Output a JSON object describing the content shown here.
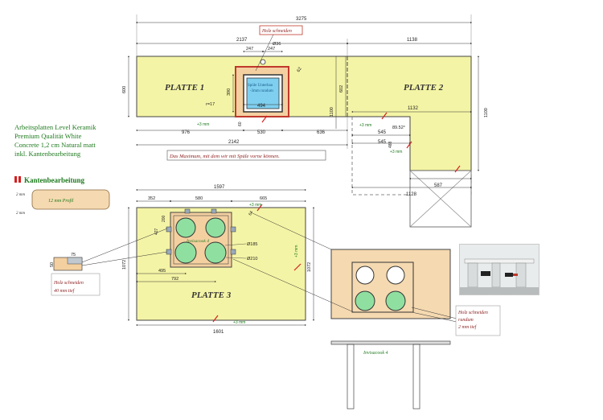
{
  "legend": {
    "lines": [
      "Arbeitsplatten Level Keramik",
      "Premium Qualität White",
      "Concrete  1,2 cm Natural matt",
      "inkl. Kantenbearbeitung"
    ],
    "edge_title": "Kantenbearbeitung",
    "profile_label": "12 mm Profil",
    "profile_dim_top": "2 mm",
    "profile_dim_bottom": "2 mm"
  },
  "plates": {
    "p1": "PLATTE 1",
    "p2": "PLATTE 2",
    "p3": "PLATTE 3"
  },
  "notes": {
    "holz_top": "Holz schneiden",
    "maximum": "Das Maximum, mit dem wir mit Spüle vorne können.",
    "sink": "Spüle Unterbau",
    "sink2": "-3mm rundum",
    "holz_left_1": "Holz schneiden",
    "holz_left_2": "40 mm tief",
    "holz_right_1": "Holz schneiden",
    "holz_right_2": "rundum",
    "holz_right_3": "2 mm tief",
    "invisacook_a": "Invisacook 4",
    "invisacook_b": "Invisacook 4"
  },
  "dims": {
    "d3275": "3275",
    "d2137": "2137",
    "d1138": "1138",
    "d247a": "247",
    "d247b": "247",
    "d36": "Ø36",
    "d62": "62",
    "d600": "600",
    "d390": "390",
    "d494": "494",
    "d17": "r=17",
    "d1100a": "1100",
    "d602": "602",
    "d1132": "1132",
    "d1100b": "1100",
    "d976": "976",
    "d530": "530",
    "d636": "636",
    "d60": "60",
    "d3mm_a": "+3 mm",
    "d3mm_b": "+3 mm",
    "d2142": "2142",
    "d8952": "89.52°",
    "d545a": "545",
    "d545b": "545",
    "d488": "488",
    "d3mm_c": "+3 mm",
    "d1128": "1128",
    "d587": "587",
    "d1597": "1597",
    "d352": "352",
    "d580": "580",
    "d665": "665",
    "d3mm_d": "+3 mm",
    "d200": "200",
    "d64": "64",
    "d427": "427",
    "d1072a": "1072",
    "d185": "Ø185",
    "d210": "Ø210",
    "d1072b": "1072",
    "d495": "495",
    "d792": "792",
    "d3mm_e": "+3 mm",
    "d1601": "1601",
    "d3mm_f": "+3 mm",
    "d75": "75",
    "d50": "50"
  }
}
